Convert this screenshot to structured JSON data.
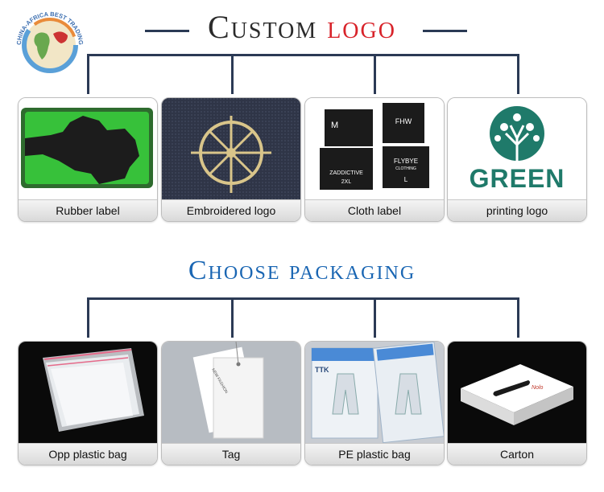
{
  "logo": {
    "text": "CHINA-AFRICA BEST TRADING PLATFORM"
  },
  "section1": {
    "title_part1": "Custom",
    "title_part2": "logo",
    "cards": [
      {
        "label": "Rubber label"
      },
      {
        "label": "Embroidered logo"
      },
      {
        "label": "Cloth label",
        "tag_texts": [
          "M",
          "FHW",
          "2XL",
          "ZADDICTIVE",
          "FLYBYE",
          "CLOTHING",
          "L"
        ]
      },
      {
        "label": "printing logo",
        "brand_text": "GREEN"
      }
    ]
  },
  "section2": {
    "title": "Choose packaging",
    "cards": [
      {
        "label": "Opp plastic bag"
      },
      {
        "label": "Tag",
        "tag_text": "NEW FASHION"
      },
      {
        "label": "PE plastic bag",
        "brand_text": "TTK"
      },
      {
        "label": "Carton",
        "brand_text": "Nolo"
      }
    ]
  },
  "colors": {
    "heading_dark": "#2b2b2b",
    "heading_red": "#d8232a",
    "heading_blue": "#1a66b3",
    "connector": "#2b3a55",
    "green_brand": "#1f7a6a"
  }
}
